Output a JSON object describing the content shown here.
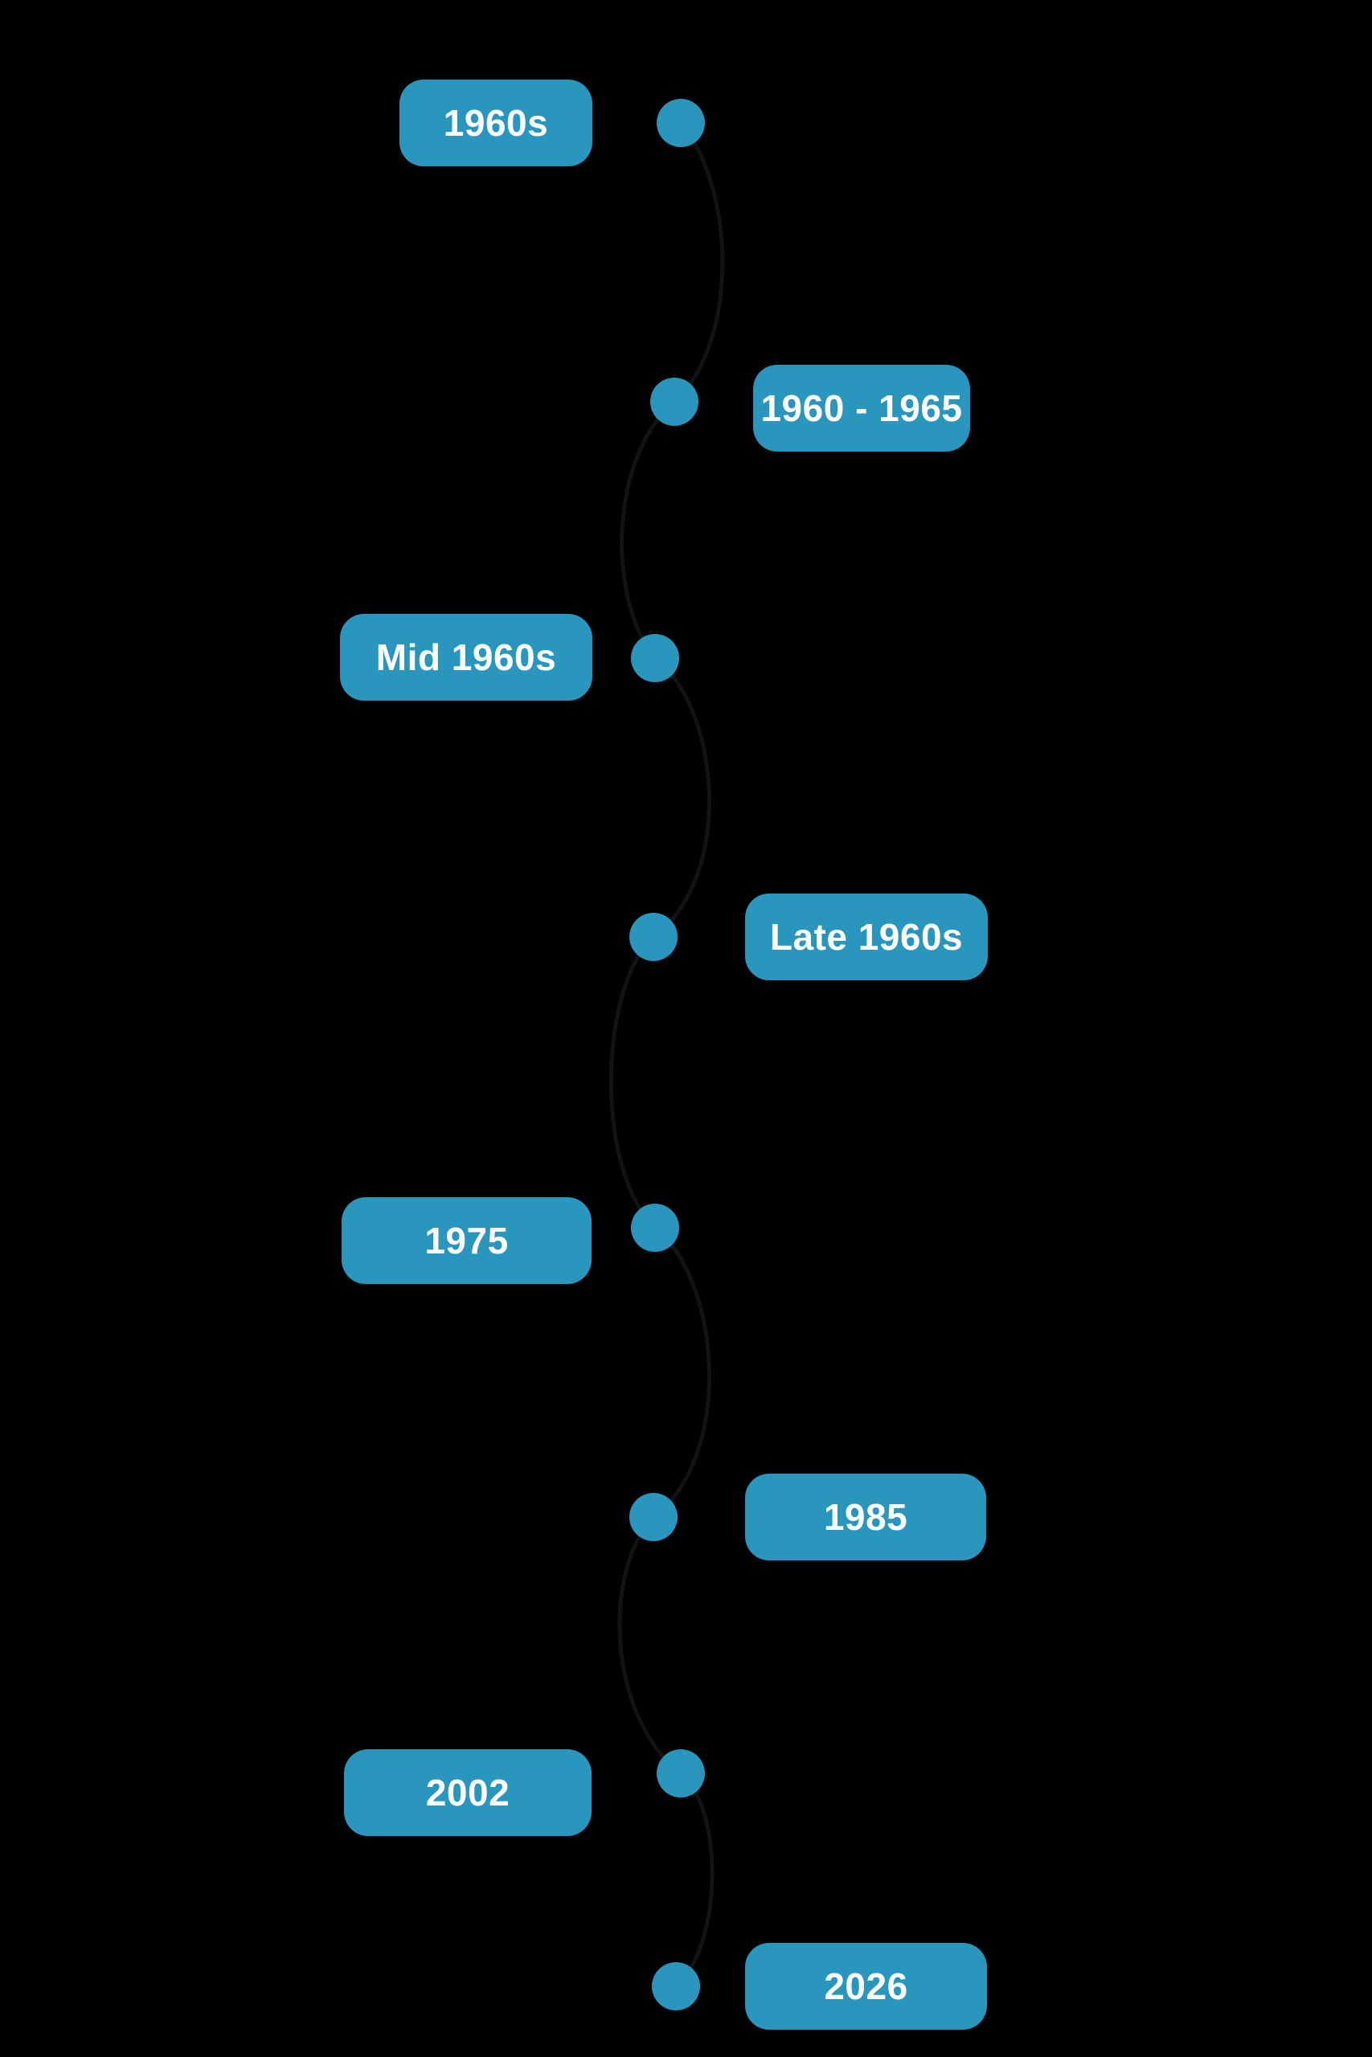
{
  "page": {
    "background_color": "#000000"
  },
  "timeline": {
    "accent_color": "#2996BD",
    "connector_color": "#131313",
    "label_text_color": "#ffffff",
    "nodes": [
      {
        "label": "1960s",
        "side": "left"
      },
      {
        "label": "1960 - 1965",
        "side": "right"
      },
      {
        "label": "Mid 1960s",
        "side": "left"
      },
      {
        "label": "Late 1960s",
        "side": "right"
      },
      {
        "label": "1975",
        "side": "left"
      },
      {
        "label": "1985",
        "side": "right"
      },
      {
        "label": "2002",
        "side": "left"
      },
      {
        "label": "2026",
        "side": "right"
      }
    ]
  }
}
